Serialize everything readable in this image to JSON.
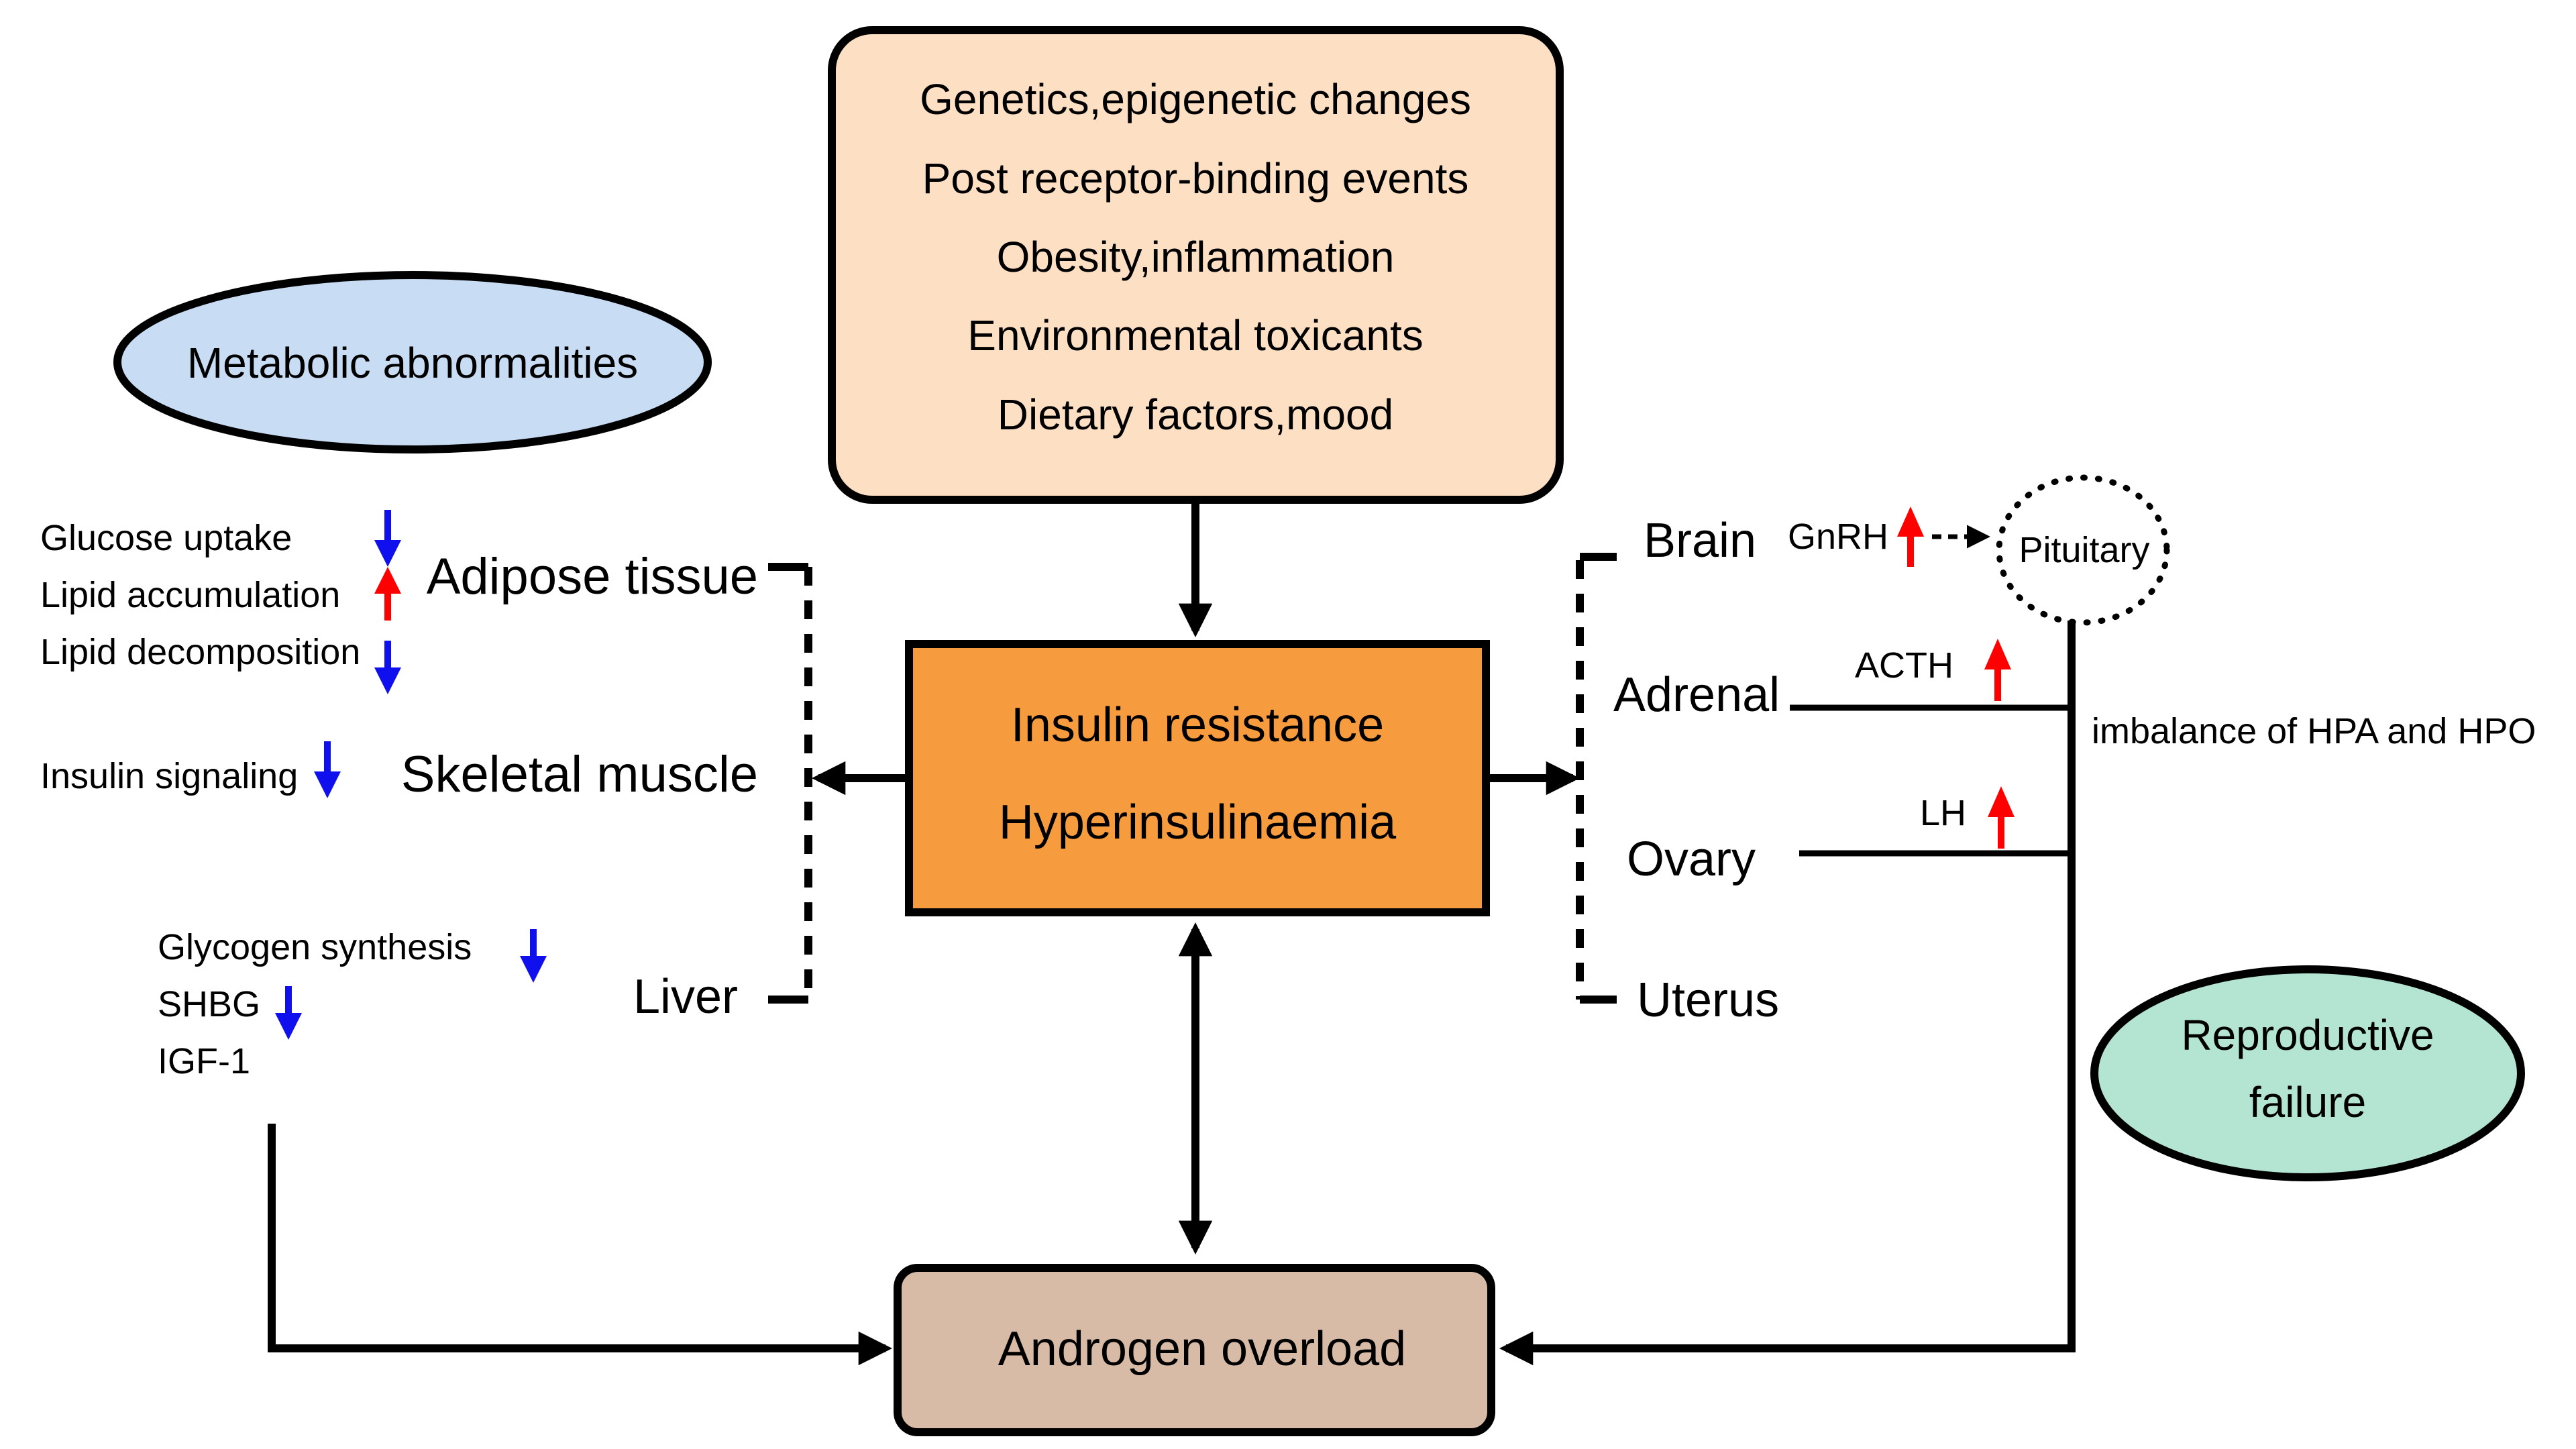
{
  "factors": [
    "Genetics,epigenetic changes",
    "Post receptor-binding events",
    "Obesity,inflammation",
    "Environmental toxicants",
    "Dietary factors,mood"
  ],
  "center": {
    "line1": "Insulin resistance",
    "line2": "Hyperinsulinaemia"
  },
  "androgen": "Androgen overload",
  "metabolic": "Metabolic abnormalities",
  "reproductive": {
    "line1": "Reproductive",
    "line2": "failure"
  },
  "tissues": {
    "adipose": "Adipose tissue",
    "skeletal": "Skeletal muscle",
    "liver": "Liver"
  },
  "adipose_effects": [
    "Glucose uptake",
    "Lipid accumulation",
    "Lipid decomposition"
  ],
  "skeletal_effects": [
    "Insulin signaling"
  ],
  "liver_effects": [
    "Glycogen synthesis",
    "SHBG",
    "IGF-1"
  ],
  "organs": {
    "brain": "Brain",
    "adrenal": "Adrenal",
    "ovary": "Ovary",
    "uterus": "Uterus"
  },
  "hormones": {
    "gnrh": "GnRH",
    "acth": "ACTH",
    "lh": "LH",
    "pituitary": "Pituitary"
  },
  "imbalance": "imbalance of HPA and HPO",
  "colors": {
    "factors_fill": "#fde0c4",
    "center_fill": "#f79c3e",
    "androgen_fill": "#d8bba6",
    "metabolic_fill": "#c8dcf4",
    "reproductive_fill": "#b4e5d3",
    "up_arrow": "#ff0000",
    "down_arrow": "#1010ee"
  }
}
